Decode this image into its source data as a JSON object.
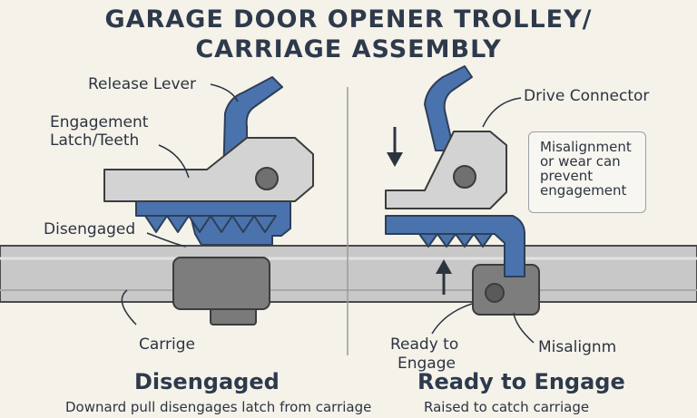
{
  "title": {
    "line1": "GARAGE DOOR OPENER TROLLEY/",
    "line2": "CARRIAGE ASSEMBLY"
  },
  "labels": {
    "release_lever": "Release Lever",
    "engagement_latch_line1": "Engagement",
    "engagement_latch_line2": "Latch/Teeth",
    "disengaged_callout": "Disengaged",
    "carrige": "Carrige",
    "drive_connector": "Drive Connector",
    "ready_to_engage_line1": "Ready to",
    "ready_to_engage_line2": "Engage",
    "misalignm": "Misalignm"
  },
  "note": {
    "lines": [
      "Misalignment",
      "or wear can",
      "prevent",
      "engagement"
    ]
  },
  "panels": {
    "left": {
      "heading": "Disengaged",
      "caption": "Downard pull disengages latch from carriage"
    },
    "right": {
      "heading": "Ready to Engage",
      "caption": "Raised to catch carriage"
    }
  },
  "colors": {
    "background": "#f5f2ea",
    "blue": "#4a73ad",
    "gray": "#c9c9c9",
    "dark_gray": "#6f6f6f",
    "text": "#2e3a4c"
  }
}
